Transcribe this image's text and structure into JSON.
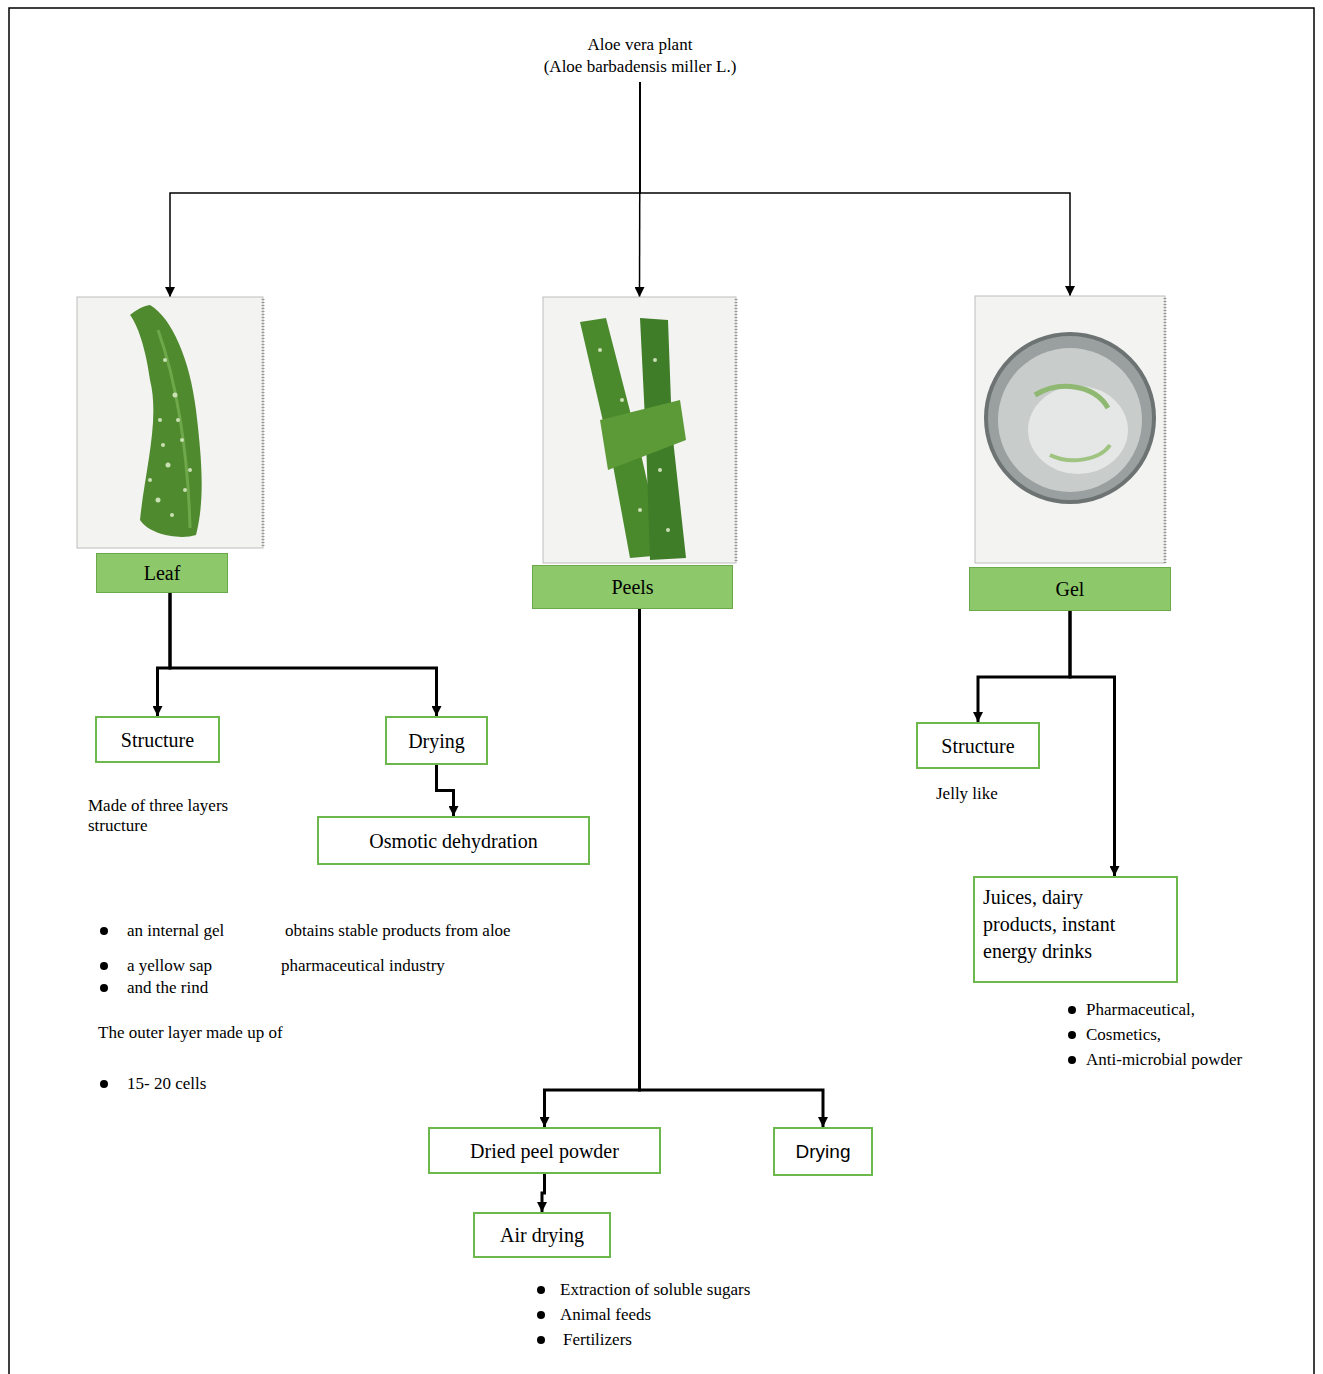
{
  "diagram": {
    "nodes": [
      {
        "text": [
          "Aloe vera plant",
          "(Aloe barbadensis miller L.)"
        ]
      },
      {
        "text": [
          "Leaf"
        ]
      },
      {
        "text": [
          "Peels"
        ]
      },
      {
        "text": [
          "Gel"
        ]
      },
      {
        "text": [
          "Structure"
        ]
      },
      {
        "text": [
          "Drying"
        ]
      },
      {
        "text": [
          "Osmotic dehydration"
        ]
      },
      {
        "text": [
          "Dried peel powder"
        ]
      },
      {
        "text": [
          "Drying"
        ]
      },
      {
        "text": [
          "Air drying"
        ]
      },
      {
        "text": [
          "Structure"
        ]
      },
      {
        "text": [
          "Juices, dairy products, instant energy drinks"
        ]
      }
    ],
    "edges": [
      {
        "from": 0,
        "to": 1,
        "arrow": "to"
      },
      {
        "from": 0,
        "to": 2,
        "arrow": "to"
      },
      {
        "from": 0,
        "to": 3,
        "arrow": "to"
      },
      {
        "from": 1,
        "to": 4,
        "arrow": "to"
      },
      {
        "from": 1,
        "to": 5,
        "arrow": "to"
      },
      {
        "from": 5,
        "to": 6,
        "arrow": "to"
      },
      {
        "from": 2,
        "to": 7,
        "arrow": "to"
      },
      {
        "from": 2,
        "to": 8,
        "arrow": "to"
      },
      {
        "from": 7,
        "to": 9,
        "arrow": "to"
      },
      {
        "from": 3,
        "to": 10,
        "arrow": "to"
      },
      {
        "from": 3,
        "to": 11,
        "arrow": "to"
      }
    ],
    "labels": [
      "Made of three layers structure",
      "an internal gel",
      "obtains stable products from aloe",
      "a yellow sap",
      "pharmaceutical industry",
      "and the rind",
      "The outer layer made up of",
      "15- 20 cells",
      "Jelly like",
      "Pharmaceutical,",
      "Cosmetics,",
      "Anti-microbial powder",
      "Extraction of soluble sugars",
      "Animal feeds",
      "Fertilizers"
    ]
  }
}
